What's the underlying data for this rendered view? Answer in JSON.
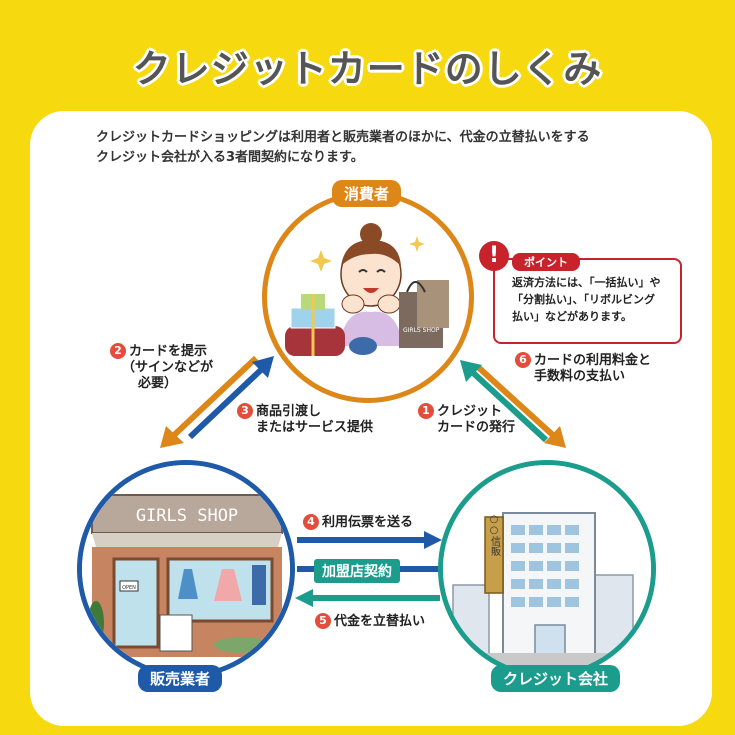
{
  "title": "クレジットカードのしくみ",
  "intro_line1": "クレジットカードショッピングは利用者と販売業者のほかに、代金の立替払いをする",
  "intro_line2": "クレジット会社が入る3者間契約になります。",
  "parties": {
    "consumer": "消費者",
    "merchant": "販売業者",
    "credit_company": "クレジット会社"
  },
  "shop_sign": "GIRLS SHOP",
  "bag_text": "GIRLS SHOP",
  "open_sign": "OPEN",
  "building_sign": "○○信販",
  "point": {
    "badge": "ポイント",
    "line1": "返済方法には、「一括払い」や",
    "line2": "「分割払い」、「リボルビング",
    "line3": "払い」などがあります。"
  },
  "steps": {
    "s1": {
      "num": "1",
      "line1": "クレジット",
      "line2": "カードの発行"
    },
    "s2": {
      "num": "2",
      "line1": "カードを提示",
      "line2": "（サインなどが",
      "line3": "必要）"
    },
    "s3": {
      "num": "3",
      "line1": "商品引渡し",
      "line2": "またはサービス提供"
    },
    "s4": {
      "num": "4",
      "line1": "利用伝票を送る"
    },
    "s5": {
      "num": "5",
      "line1": "代金を立替払い"
    },
    "s6": {
      "num": "6",
      "line1": "カードの利用料金と",
      "line2": "手数料の支払い"
    }
  },
  "contract_label": "加盟店契約",
  "colors": {
    "background": "#f6d90f",
    "consumer": "#dc8717",
    "merchant": "#1e5aa8",
    "credit": "#1b9c8c",
    "accent_red": "#c8232c"
  }
}
